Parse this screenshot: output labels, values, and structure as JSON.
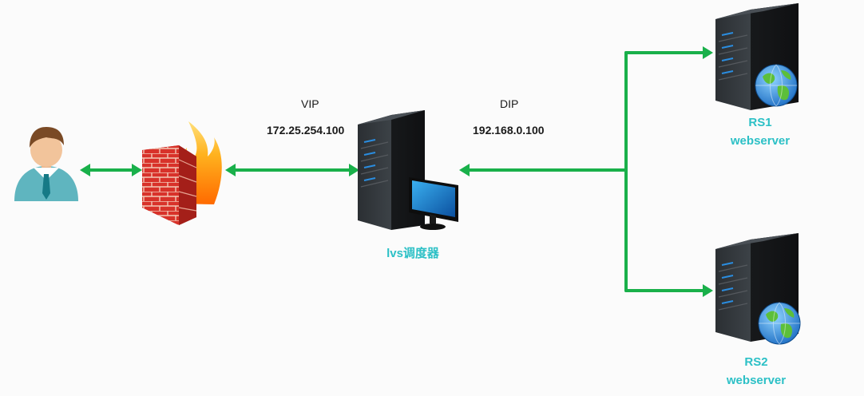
{
  "labels": {
    "vip_title": "VIP",
    "vip_address": "172.25.254.100",
    "dip_title": "DIP",
    "dip_address": "192.168.0.100",
    "director_name": "lvs调度器",
    "rs1_name": "RS1",
    "rs1_role": "webserver",
    "rs2_name": "RS2",
    "rs2_role": "webserver"
  },
  "icons": {
    "client": "user-icon",
    "firewall": "firewall-icon",
    "director": "server-with-monitor-icon",
    "rs1": "server-with-globe-icon",
    "rs2": "server-with-globe-icon"
  },
  "colors": {
    "connector": "#19b04a",
    "node_label": "#2cc0c6",
    "address_text": "#1b1b1b"
  }
}
